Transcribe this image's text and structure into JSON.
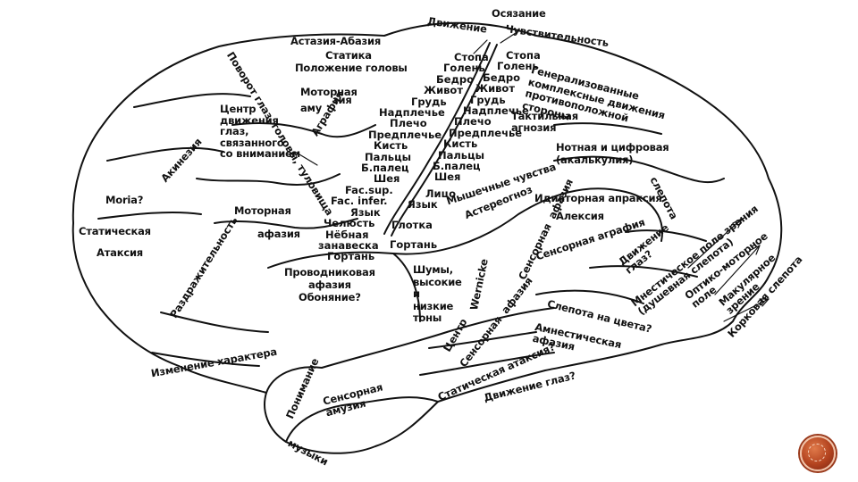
{
  "slide": {
    "labels": {
      "oschanie": "Осязание",
      "dvizhenie": "Движение",
      "chuvstvitelnost": "Чувствительность",
      "astaziya": "Астазия-Абазия",
      "statika": "Статика",
      "polozhenie": "Положение головы",
      "povorot": "Поворот глаз, головы, туловища",
      "centr_dvizh": "Центр\nдвижения\nглаз,\nсвязанного\nсо вниманием",
      "motornaya_amuziya": "Моторная\nаму",
      "agrafiya": "Аграфия",
      "zia": "зия",
      "akineziya": "Акинезия",
      "moria": "Moria?",
      "staticheskaya": "Статическая",
      "ataksiya": "Атаксия",
      "motornaya_afaziya_1": "Моторная",
      "motornaya_afaziya_2": "афазия",
      "razdrazh": "Раздражительность",
      "izmenenie": "Изменение характера",
      "provodnik": "Проводниковая\nафазия\nОбоняние?",
      "shumy": "Шумы,\nвысокие\nи\nнизкие\nтоны",
      "wernicke": "Wernicke",
      "centr": "Центр",
      "sensornaya_afaziya_v": "Сенсорная  афазия",
      "ponimanie": "Понимание",
      "muzyki": "музыки",
      "sensornaya_amuziya": "Сенсорная\nамузия",
      "staticheskaya_ataksiya": "Статическая атаксия?",
      "dvizhenie_glaz_bottom": "Движение глаз?",
      "amnesticheskaya": "Амнестическая\nафазия",
      "slepota_cveta": "Слепота на цвета?",
      "sensornaya_afaziya": "Сенсорная  афазия",
      "sensornaya_agrafiya": "Сенсорная аграфия",
      "aleksiya": "Алексия",
      "idiatornaya": "Идиаторная апраксия",
      "astereognoz": "Астереогноз",
      "myshechnye": "Мышечные чувства",
      "taktilnaya": "Тактильная\nагнозия",
      "generaliz": "Генерализованные\nкомплексные движения\nпротивоположной\nстороны",
      "notnaya": "Нотная и цифровая\n(акалькулия)",
      "slepota": "слепота",
      "dvizhenie_glaz_right": "Движение\nглаз?",
      "mnesticheskoe": "Мнестическое поле зрения\n(душевная слепота)",
      "optiko": "Оптико-моторное\nполе",
      "makulyarnoe": "Макулярное\nзрение",
      "korkovaya": "Корковая слепота"
    },
    "motor_column": [
      "Стопа",
      "Голень",
      "Бедро",
      "Живот",
      "Грудь",
      "Надплечье",
      "Плечо",
      "Предплечье",
      "Кисть",
      "Пальцы",
      "Б.палец",
      "Шея",
      "Fac.sup.",
      "Fac. infer.",
      "Язык",
      "Челюсть",
      "Нёбная",
      "занавеска",
      "Гортань"
    ],
    "sensory_column": [
      "Стопа",
      "Голень",
      "Бедро",
      "Живот",
      "Грудь",
      "Надплечье",
      "Плечо",
      "Предплечье",
      "Кисть",
      "Пальцы",
      "Б.палец",
      "Шея",
      "Лицо",
      "Язык",
      "Глотка",
      "Гортань"
    ],
    "ornament_color": "#b3431f"
  }
}
